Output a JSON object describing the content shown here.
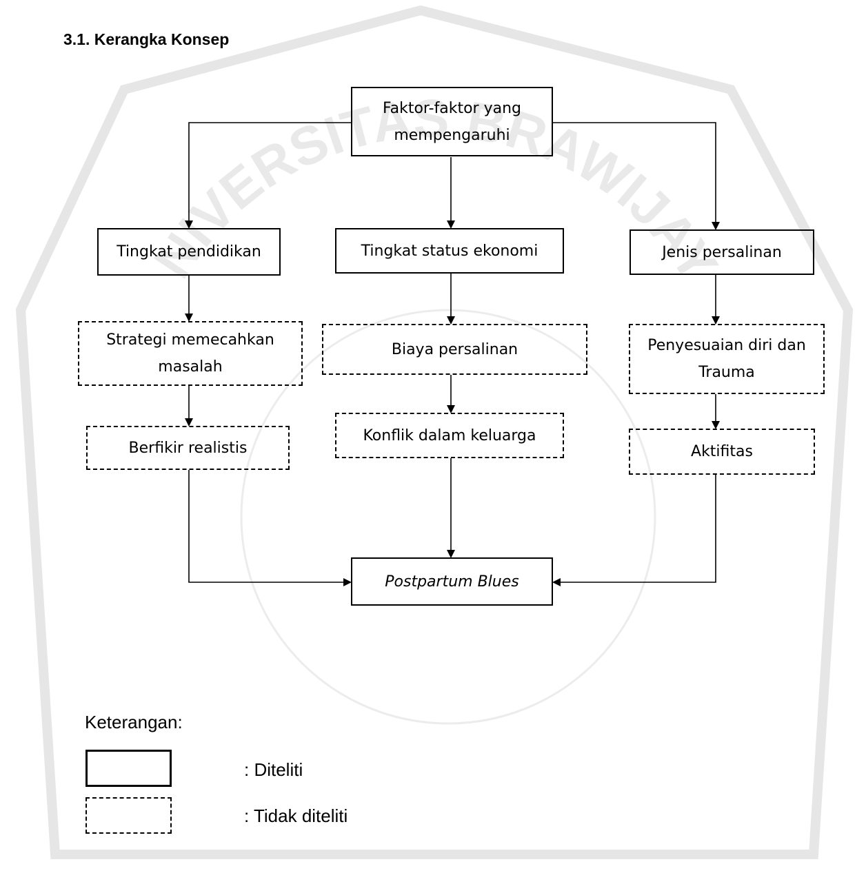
{
  "heading": "3.1. Kerangka Konsep",
  "diagram": {
    "top": "Faktor-faktor yang mempengaruhi",
    "level2": {
      "left": "Tingkat pendidikan",
      "center": "Tingkat status ekonomi",
      "right": "Jenis persalinan"
    },
    "level3": {
      "left": "Strategi memecahkan masalah",
      "center": "Biaya persalinan",
      "right": "Penyesuaian diri dan Trauma"
    },
    "level4": {
      "left": "Berfikir realistis",
      "center": "Konflik dalam keluarga",
      "right": "Aktifitas"
    },
    "outcome": "Postpartum Blues"
  },
  "legend": {
    "title": "Keterangan:",
    "solid_label": ": Diteliti",
    "dashed_label": ": Tidak diteliti"
  },
  "watermark": {
    "text": "UNIVERSITAS BRAWIJAYA",
    "color": "#dcdcdc"
  }
}
